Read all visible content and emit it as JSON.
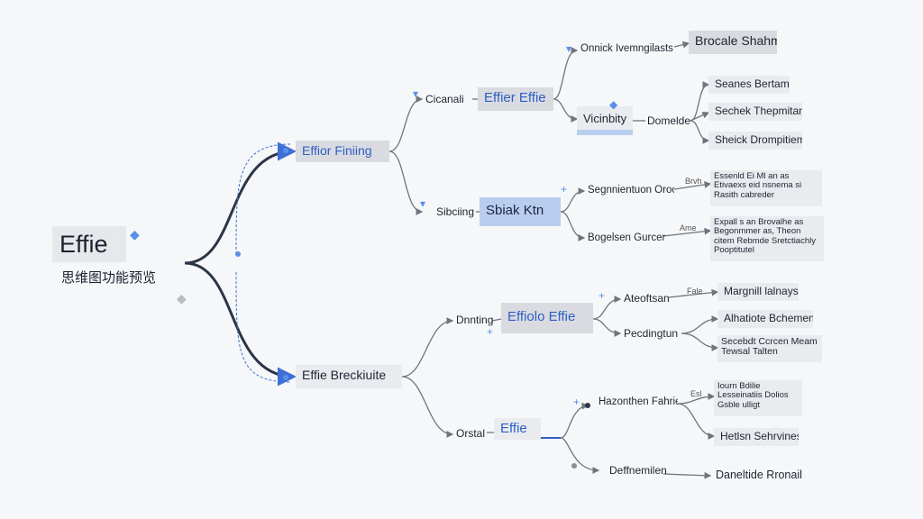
{
  "root": {
    "title": "Effie",
    "subtitle": "思维图功能预览"
  },
  "branches": {
    "top": {
      "label": "Effior Finiing",
      "children": {
        "c1": {
          "small_label": "Cicanali",
          "label": "Effier Effie",
          "children": {
            "a": {
              "label": "Onnick Ivemngilasts",
              "leaf": "Brocale Shahm"
            },
            "b": {
              "label": "Vicinbity",
              "mid": "Domelde",
              "leaves": [
                "Seanes Bertam",
                "Sechek Thepmitan",
                "Sheick Drompitiem"
              ]
            }
          }
        },
        "c2": {
          "small_label": "Sibciing",
          "label": "Sbiak  Ktn",
          "children": {
            "a": {
              "label": "Segnnientuon Orociti",
              "tag": "Brvh",
              "leaf": "Essenld Ei Ml an as Etivaexs eid nsnema si Rasith cabreder"
            },
            "b": {
              "label": "Bogelsen Gurcen",
              "tag": "Ame",
              "leaf": "Expall s an Brovalhe as Begonmmer as, Theon citem Rebmde Sretctiachly Pooptitutel"
            }
          }
        }
      }
    },
    "bottom": {
      "label": "Effie Breckiuite",
      "children": {
        "c1": {
          "small_label": "Dnnting",
          "label": "Effiolo Effie",
          "children": {
            "a": {
              "label": "Ateoftsan",
              "tag": "Fale",
              "leaf": "Margnill lalnays"
            },
            "b": {
              "label": "Pecdingtun",
              "leaves": [
                "Alhatiote Bchemen",
                "Secebdt Ccrcen Meam Tewsal Talten"
              ]
            }
          }
        },
        "c2": {
          "small_label": "Orstal",
          "label": "Effie",
          "children": {
            "a": {
              "label": "Hazonthen Fahrie",
              "tag": "Esl",
              "leaves": [
                "Iourn Bdilie Lesseinatiis Dolios Gsble ulligt",
                "Hetlsn Sehrvines"
              ]
            },
            "b": {
              "label": "Deffnemilen",
              "leaf": "Daneltide Rronail"
            }
          }
        }
      }
    }
  },
  "colors": {
    "accent": "#2f5fc4",
    "trunk": "#2c3548",
    "link": "#6f747e"
  }
}
